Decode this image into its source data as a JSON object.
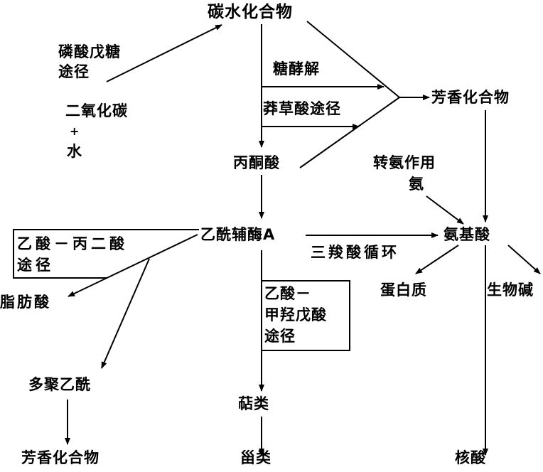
{
  "nodes": {
    "carbohydrate": "碳水化合物",
    "pentose_phosphate_1": "磷酸戊糖",
    "pentose_phosphate_2": "途径",
    "co2": "二氧化碳",
    "plus": "+",
    "water": "水",
    "glycolysis": "糖酵解",
    "shikimic": "莽草酸途径",
    "aromatic_top": "芳香化合物",
    "pyruvate": "丙酮酸",
    "transamination": "转氨作用",
    "ammonia": "氨",
    "acetyl_coa": "乙酰辅酶A",
    "amino_acid": "氨基酸",
    "acetate_malonate_1": "乙酸－丙二酸",
    "acetate_malonate_2": "途径",
    "tca": "三羧酸循环",
    "protein": "蛋白质",
    "alkaloid": "生物碱",
    "fatty_acid": "脂肪酸",
    "mevalonate_1": "乙酸－",
    "mevalonate_2": "甲羟戊酸",
    "mevalonate_3": "途径",
    "polyketide": "多聚乙酰",
    "terpenoid": "萜类",
    "aromatic_bottom": "芳香化合物",
    "steroid": "甾类",
    "nucleic_acid": "核酸"
  }
}
